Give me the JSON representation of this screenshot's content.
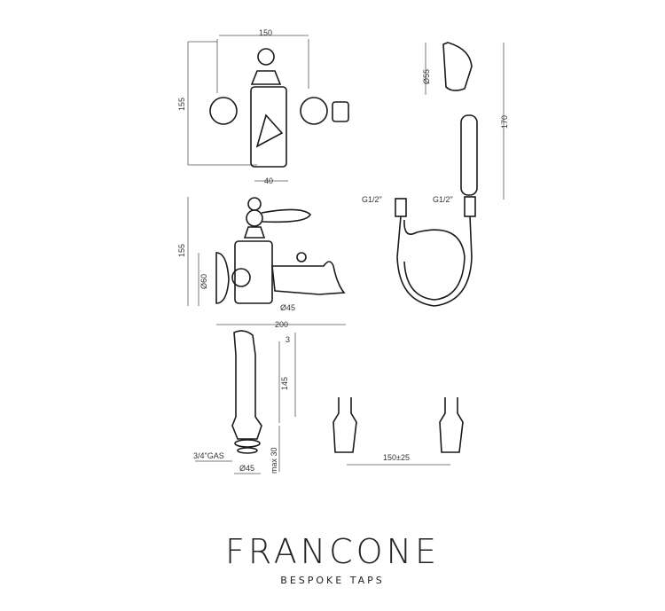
{
  "dimensions": {
    "top_width": "150",
    "top_height": "155",
    "top_base": "40",
    "side_height": "155",
    "side_diameter": "Ø60",
    "spout_diameter": "Ø45",
    "side_length": "200",
    "handshower_diameter": "Ø55",
    "handshower_length": "170",
    "hose_thread_left": "G1/2\"",
    "hose_thread_right": "G1/2\"",
    "column_top": "3",
    "column_height": "145",
    "column_max": "max 30",
    "column_thread": "3/4\"GAS",
    "column_diameter": "Ø45",
    "column_spacing": "150±25"
  },
  "logo": {
    "brand": "FRANCONE",
    "tagline": "BESPOKE TAPS"
  }
}
